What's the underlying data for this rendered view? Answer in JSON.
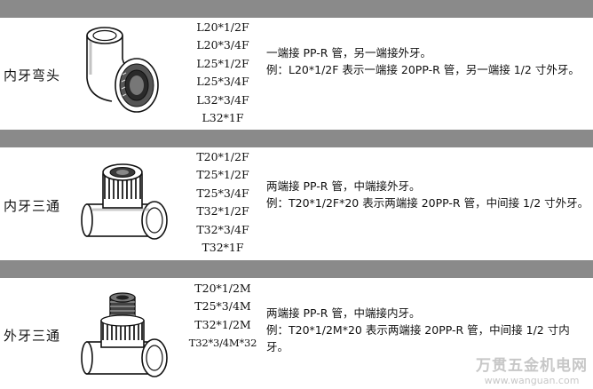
{
  "rows": [
    {
      "name": "内牙弯头",
      "codes": [
        "L20*1/2F",
        "L20*3/4F",
        "L25*1/2F",
        "L25*3/4F",
        "L32*3/4F",
        "L32*1F"
      ],
      "desc_line1": "一端接 PP-R 管，另一端接外牙。",
      "desc_line2": "例：L20*1/2F 表示一端接 20PP-R 管，另一端接 1/2 寸外牙。",
      "icon": "elbow-fitting-icon"
    },
    {
      "name": "内牙三通",
      "codes": [
        "T20*1/2F",
        "T25*1/2F",
        "T25*3/4F",
        "T32*1/2F",
        "T32*3/4F",
        "T32*1F"
      ],
      "desc_line1": "两端接 PP-R 管，中端接外牙。",
      "desc_line2": "例：T20*1/2F*20 表示两端接 20PP-R 管，中间接 1/2 寸外牙。",
      "icon": "female-tee-fitting-icon"
    },
    {
      "name": "外牙三通",
      "codes": [
        "T20*1/2M",
        "T25*3/4M",
        "T32*1/2M",
        "T32*3/4M*32"
      ],
      "desc_line1": "两端接 PP-R 管，中端接内牙。",
      "desc_line2": "例：T20*1/2M*20 表示两端接 20PP-R 管，中间接 1/2 寸内牙。",
      "icon": "male-tee-fitting-icon"
    }
  ],
  "watermark": {
    "cn": "万贯五金机电网",
    "url": "www.wanguan.com"
  },
  "colors": {
    "bar": "#8a8a8a",
    "text": "#111111",
    "watermark": "#c7c7c7"
  }
}
